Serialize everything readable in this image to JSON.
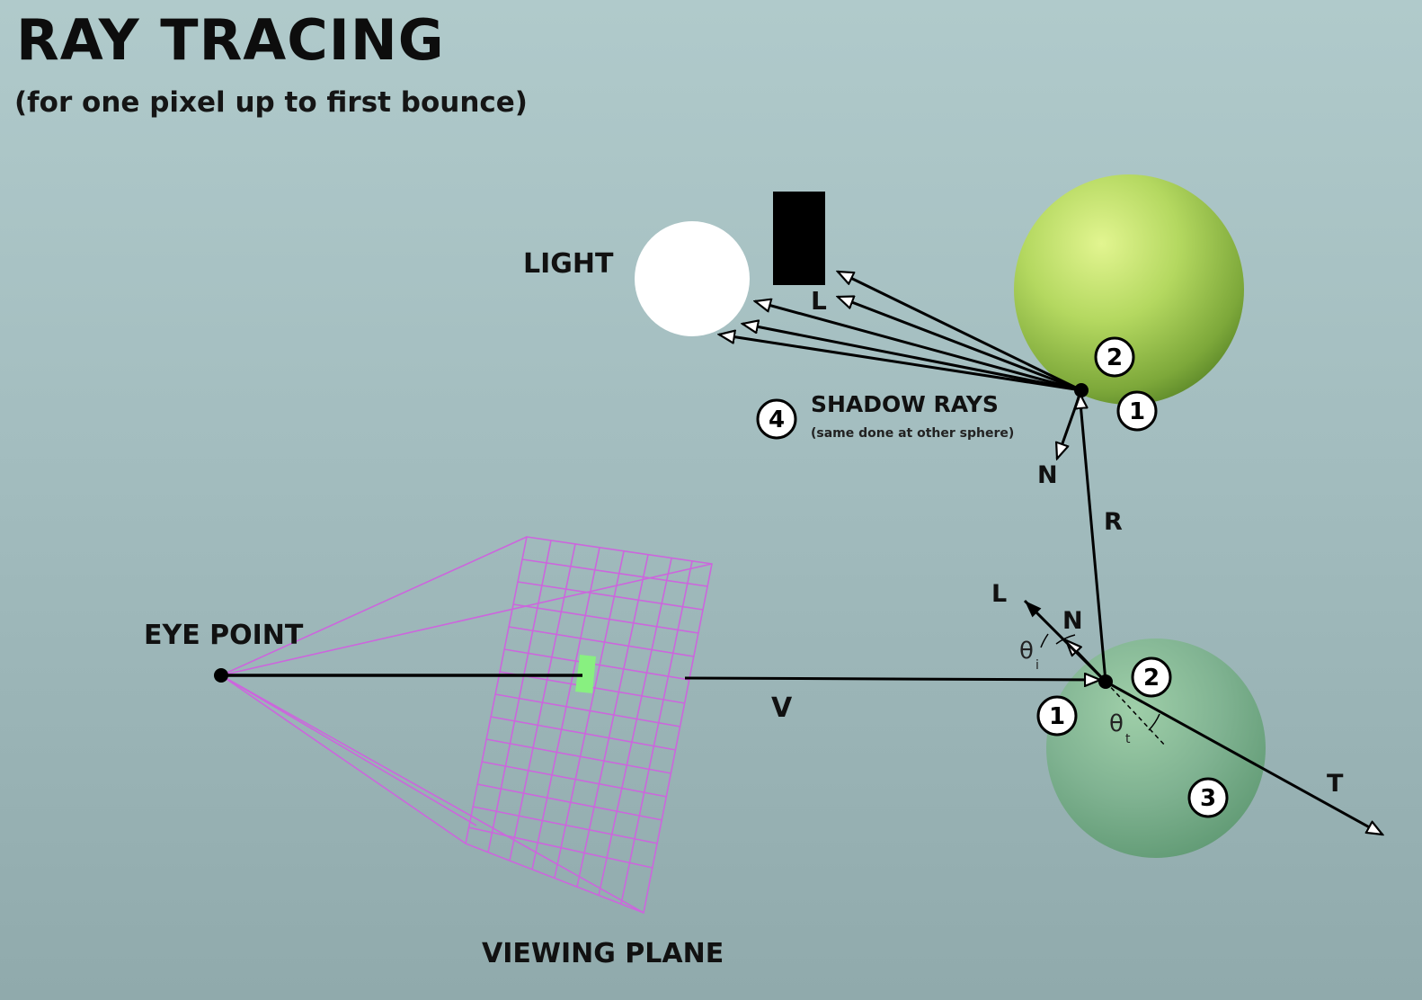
{
  "title": "RAY TRACING",
  "subtitle": "(for one pixel up to first bounce)",
  "labels": {
    "light": "LIGHT",
    "shadow_rays": "SHADOW RAYS",
    "shadow_rays_note": "(same done at other sphere)",
    "eye_point": "EYE POINT",
    "viewing_plane": "VIEWING PLANE",
    "vector_v": "V",
    "vector_r": "R",
    "vector_t": "T",
    "vector_n_top": "N",
    "vector_l_top": "L",
    "vector_n_bottom": "N",
    "vector_l_bottom": "L",
    "theta_i": "θ",
    "theta_i_sub": "i",
    "theta_t": "θ",
    "theta_t_sub": "t"
  },
  "markers": {
    "top_sphere_1": "1",
    "top_sphere_2": "2",
    "shadow_4": "4",
    "bottom_sphere_1": "1",
    "bottom_sphere_2": "2",
    "bottom_sphere_3": "3"
  },
  "colors": {
    "grid": "#cc66dd",
    "pixel": "#88f080",
    "top_sphere": "#a8cc58",
    "bottom_sphere": "#7bb088",
    "light": "#ffffff",
    "blocker": "#000000"
  }
}
